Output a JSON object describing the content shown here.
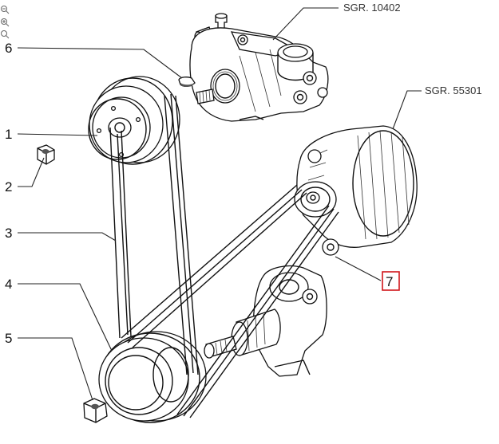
{
  "references": {
    "top": "SGR. 10402",
    "right": "SGR. 55301"
  },
  "callouts": [
    "1",
    "2",
    "3",
    "4",
    "5",
    "6",
    "7"
  ],
  "highlighted_callout": "7",
  "highlight_color": "#d0161b",
  "toolbar_icons": [
    "zoom-out-icon",
    "zoom-in-icon",
    "zoom-reset-icon"
  ]
}
